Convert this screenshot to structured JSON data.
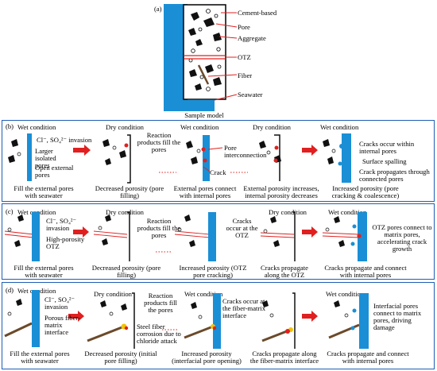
{
  "panel_a": {
    "tag": "(a)",
    "labels": [
      "Cement-based",
      "Pore",
      "Aggregate",
      "OTZ",
      "Fiber",
      "Seawater"
    ],
    "caption": "Sample model"
  },
  "panel_b": {
    "tag": "(b)",
    "stage_titles": [
      "Wet condition",
      "Dry  condition",
      "Wet condition",
      "Dry  condition",
      "Wet condition"
    ],
    "annotations": {
      "invasion": "Cl⁻, SO₄²⁻ invasion",
      "larger_pores": "Larger isolated pores",
      "open_pores": "Open external pores",
      "reaction": "Reaction products fill the pores",
      "pore_interconnection": "Pore interconnection",
      "crack": "Crack",
      "cracks_within": "Cracks occur within internal pores",
      "spalling": "Surface  spalling",
      "crack_propagates": "Crack propagates through connected pores"
    },
    "captions": [
      "Fill the external pores with seawater",
      "Decreased porosity (pore filling)",
      "External pores connect with internal pores",
      "External porosity increases, internal porosity decreases",
      "Increased porosity (pore cracking & coalescence)"
    ]
  },
  "panel_c": {
    "tag": "(c)",
    "stage_titles": [
      "Wet condition",
      "Dry  condition",
      "Dry  condition",
      "Wet condition"
    ],
    "annotations": {
      "invasion": "Cl⁻, SO₄²⁻ invasion",
      "high_porosity": "High-porosity OTZ",
      "reaction": "Reaction products fill the pores",
      "cracks_otz": "Cracks occur at the OTZ",
      "otz_pores": "OTZ pores connect to matrix pores, accelerating crack growth"
    },
    "captions": [
      "Fill the external pores with seawater",
      "Decreased porosity (pore filling)",
      "Increased porosity (OTZ pore cracking)",
      "Cracks propagate along the OTZ",
      "Cracks propagate and connect with internal pores"
    ]
  },
  "panel_d": {
    "tag": "(d)",
    "stage_titles": [
      "Wet condition",
      "Dry  condition",
      "Wet condition",
      "Wet condition"
    ],
    "annotations": {
      "invasion": "Cl⁻, SO₄²⁻ invasion",
      "porous_interface": "Porous fiber-matrix interface",
      "reaction": "Reaction products fill the pores",
      "steel_corrosion": "Steel fiber corrosion due to chloride attack",
      "cracks_interface": "Cracks occur at the fiber-matrix interface",
      "interfacial_pores": "Interfacial pores connect to matrix pores, driving damage"
    },
    "captions": [
      "Fill the external pores with seawater",
      "Decreased porosity (initial pore filling)",
      "Increased porosity (interfacial pore opening)",
      "Cracks propagate along the fiber-matrix interface",
      "Cracks propagate and connect with internal pores"
    ]
  },
  "colors": {
    "seawater": "#1a8fd6",
    "frame": "#1f5fb4",
    "arrow": "#e02020",
    "otz": "#e02020"
  }
}
